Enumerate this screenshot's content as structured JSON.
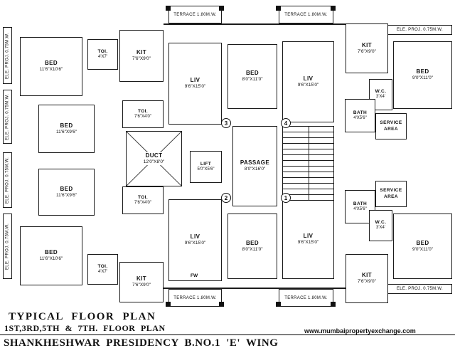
{
  "footer": {
    "title1": "TYPICAL FLOOR PLAN",
    "title2": "1ST,3RD,5TH & 7TH. FLOOR PLAN",
    "title3": "SHANKHESHWAR PRESIDENCY B.NO.1 'E' WING",
    "website": "www.mumbaipropertyexchange.com"
  },
  "labels": {
    "terrace": "TERRACE 1.80M.W.",
    "ele_proj": "ELE. PROJ. 0.75M.W.",
    "service_line1": "SERVICE",
    "service_line2": "AREA",
    "fw": "FW"
  },
  "units": {
    "u1": "1",
    "u2": "2",
    "u3": "3",
    "u4": "4"
  },
  "rooms": {
    "bed_tl": {
      "name": "BED",
      "dim": "11'6\"X10'6\""
    },
    "toi_tl": {
      "name": "TOI.",
      "dim": "4'X7'"
    },
    "kit_tl": {
      "name": "KIT",
      "dim": "7'6\"X9'0\""
    },
    "liv_tl": {
      "name": "LIV",
      "dim": "9'6\"X15'0\""
    },
    "bed_tc": {
      "name": "BED",
      "dim": "8'0\"X11'0\""
    },
    "liv_tr": {
      "name": "LIV",
      "dim": "9'6\"X15'0\""
    },
    "kit_tr": {
      "name": "KIT",
      "dim": "7'6\"X9'0\""
    },
    "bed_tr": {
      "name": "BED",
      "dim": "9'0\"X11'0\""
    },
    "wc_tr": {
      "name": "W.C.",
      "dim": "3'X4'"
    },
    "bath_tr": {
      "name": "BATH",
      "dim": "4'X5'6\""
    },
    "bed_mlu": {
      "name": "BED",
      "dim": "11'6\"X9'6\""
    },
    "toi_mu": {
      "name": "TOI.",
      "dim": "7'6\"X4'0\""
    },
    "duct": {
      "name": "DUCT",
      "dim": "12'0\"X8'0\""
    },
    "lift": {
      "name": "LIFT",
      "dim": "5'0\"X5'6\""
    },
    "passage": {
      "name": "PASSAGE",
      "dim": "8'0\"X16'0\""
    },
    "bed_mll": {
      "name": "BED",
      "dim": "11'6\"X9'6\""
    },
    "toi_ml": {
      "name": "TOI.",
      "dim": "7'6\"X4'0\""
    },
    "liv_bl": {
      "name": "LIV",
      "dim": "9'6\"X15'0\""
    },
    "bed_bc": {
      "name": "BED",
      "dim": "8'0\"X11'0\""
    },
    "liv_br": {
      "name": "LIV",
      "dim": "9'6\"X15'0\""
    },
    "bed_bl": {
      "name": "BED",
      "dim": "11'6\"X10'6\""
    },
    "toi_bl": {
      "name": "TOI.",
      "dim": "4'X7'"
    },
    "kit_bl": {
      "name": "KIT",
      "dim": "7'6\"X9'0\""
    },
    "kit_br": {
      "name": "KIT",
      "dim": "7'6\"X9'0\""
    },
    "bed_br": {
      "name": "BED",
      "dim": "9'0\"X11'0\""
    },
    "bath_br": {
      "name": "BATH",
      "dim": "4'X5'6\""
    },
    "wc_br": {
      "name": "W.C.",
      "dim": "3'X4'"
    }
  }
}
